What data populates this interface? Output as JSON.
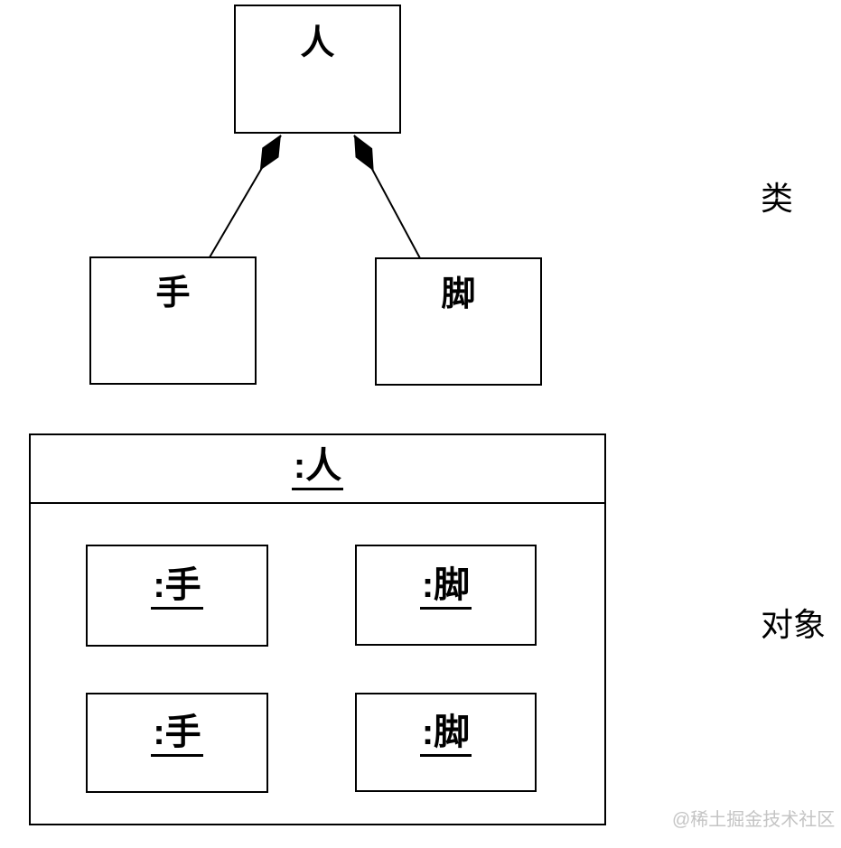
{
  "class_section": {
    "side_label": "类",
    "person_label": "人",
    "hand_label": "手",
    "foot_label": "脚"
  },
  "object_section": {
    "side_label": "对象",
    "title": ":人",
    "objects": [
      {
        "label": ":手"
      },
      {
        "label": ":脚"
      },
      {
        "label": ":手"
      },
      {
        "label": ":脚"
      }
    ]
  },
  "watermark": "@稀土掘金技术社区",
  "colors": {
    "stroke": "#000000",
    "watermark_gray": "#c4c4c4"
  }
}
